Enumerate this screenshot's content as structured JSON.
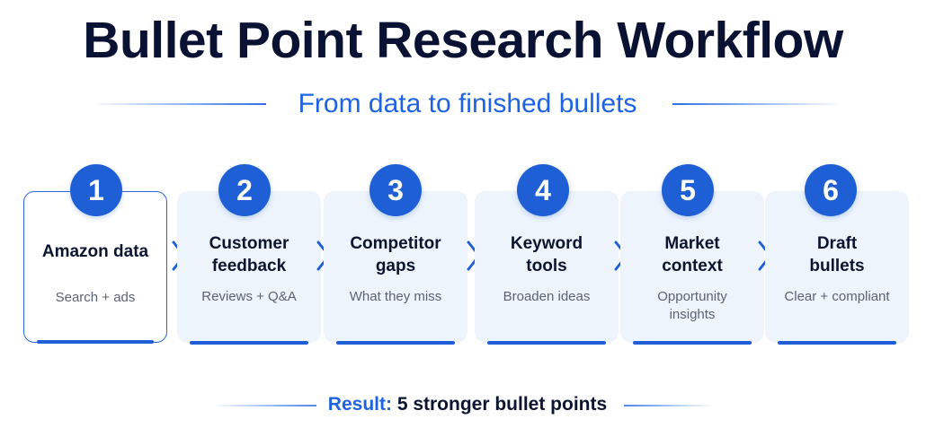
{
  "title": "Bullet Point Research Workflow",
  "subtitle": "From data to finished bullets",
  "colors": {
    "accent": "#1f5fd6",
    "card_background": "#eef4fc",
    "title_text": "#0a1233",
    "description_text": "#5a6275"
  },
  "steps": [
    {
      "number": "1",
      "name": "Amazon data",
      "description": "Search + ads",
      "active": true
    },
    {
      "number": "2",
      "name": "Customer\nfeedback",
      "description": "Reviews + Q&A",
      "active": false
    },
    {
      "number": "3",
      "name": "Competitor\ngaps",
      "description": "What they miss",
      "active": false
    },
    {
      "number": "4",
      "name": "Keyword\ntools",
      "description": "Broaden ideas",
      "active": false
    },
    {
      "number": "5",
      "name": "Market\ncontext",
      "description": "Opportunity\ninsights",
      "active": false
    },
    {
      "number": "6",
      "name": "Draft\nbullets",
      "description": "Clear + compliant",
      "active": false
    }
  ],
  "connector_icon": "chevron-right-icon",
  "result": {
    "label": "Result:",
    "value": "5 stronger bullet points"
  }
}
